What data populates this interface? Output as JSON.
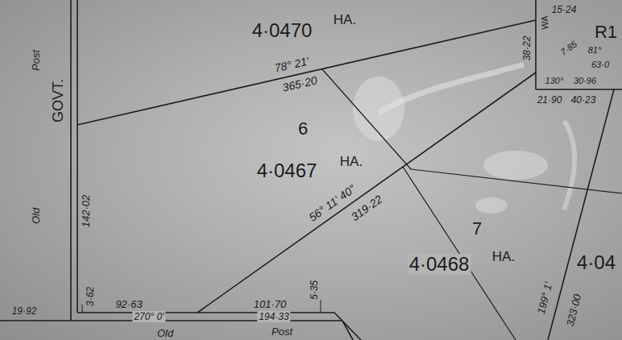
{
  "diagram": {
    "labels": [
      "4·0470",
      "HA.",
      "78° 21'",
      "365·20",
      "6",
      "4·0467",
      "HA.",
      "56° 11' 40\"",
      "319·22",
      "7",
      "4·0468",
      "HA.",
      "4·04",
      "GOVT.",
      "Old",
      "Post",
      "142·02",
      "3·62",
      "19·92",
      "92·63",
      "101·70",
      "5·35",
      "270° 0'",
      "194·33",
      "Old",
      "Post",
      "199° 1'",
      "323·00",
      "38·22",
      "21·90",
      "40·23",
      "130°",
      "30·96",
      "15·24",
      "WA",
      "7·85",
      "81°",
      "63·0",
      "R1"
    ]
  }
}
